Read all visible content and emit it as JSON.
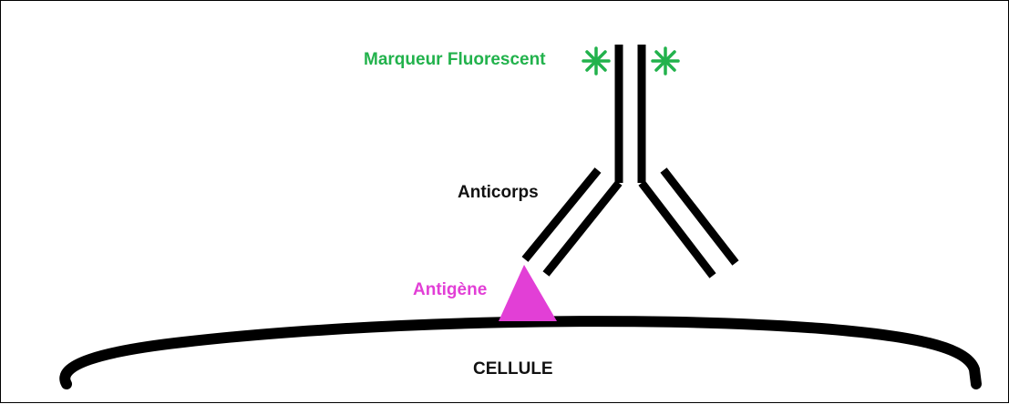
{
  "labels": {
    "fluorescent_marker": "Marqueur Fluorescent",
    "antibody": "Anticorps",
    "antigen": "Antigène",
    "cell": "CELLULE"
  },
  "colors": {
    "marker": "#22b24c",
    "antigen": "#e23fd6",
    "stroke": "#000000",
    "background": "#ffffff"
  }
}
